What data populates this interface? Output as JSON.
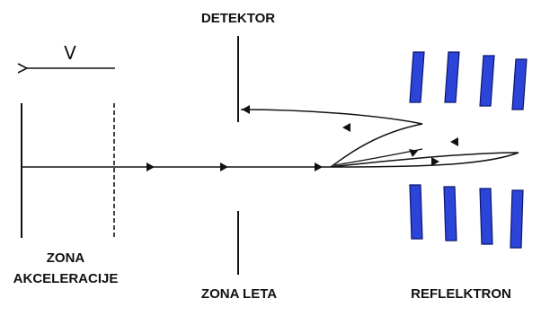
{
  "labels": {
    "velocity": "V",
    "detector": "DETEKTOR",
    "acceleration_zone_line1": "ZONA",
    "acceleration_zone_line2": "AKCELERACIJE",
    "flight_zone": "ZONA LETA",
    "reflectron": "REFLELKTRON"
  },
  "colors": {
    "plate_fill": "#2c44d8",
    "plate_stroke": "#0b1670",
    "line": "#111111"
  }
}
